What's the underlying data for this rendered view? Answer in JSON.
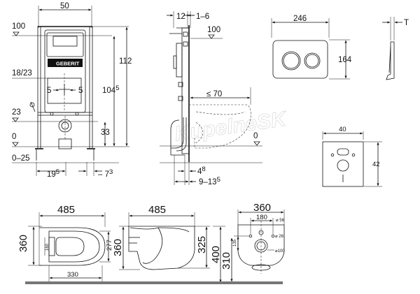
{
  "frame_front": {
    "width": "50",
    "top_level": "100",
    "flush_pos": "18/23",
    "offset_l": "5",
    "offset_r": "5",
    "inlet": "23",
    "floor": "0",
    "floor_range": "0–25",
    "h_outlet": "33",
    "h_total": "112",
    "h_mid": "104",
    "h_mid_sup": "5",
    "dist_l": "19",
    "dist_l_sup": "5",
    "dist_r": "7",
    "dist_r_sup": "3",
    "brand": "GEBERIT"
  },
  "frame_side": {
    "depth": "12",
    "wall": "1–6",
    "top_level": "100",
    "projection": "≤ 70",
    "floor": "0",
    "foot": "4",
    "foot_sup": "8",
    "depth_range": "9–13",
    "depth_range_sup": "5"
  },
  "plate_front": {
    "width": "246",
    "height": "164"
  },
  "plate_side": {
    "label": "T"
  },
  "hole_plan": {
    "width": "40",
    "height": "42"
  },
  "bowl_top": {
    "width": "485",
    "depth": "360",
    "seat": "160",
    "inner": "277",
    "base": "330"
  },
  "bowl_side": {
    "width": "485",
    "height": "360",
    "front": "325",
    "floor_h": "400"
  },
  "bowl_back": {
    "width": "360",
    "holes": "180",
    "bolt": "⌀ 56",
    "bolt_b": "⌀ 26",
    "height_135": "135",
    "pipe": "⌀100",
    "height_310": "310"
  },
  "watermark": "KupelneSK"
}
